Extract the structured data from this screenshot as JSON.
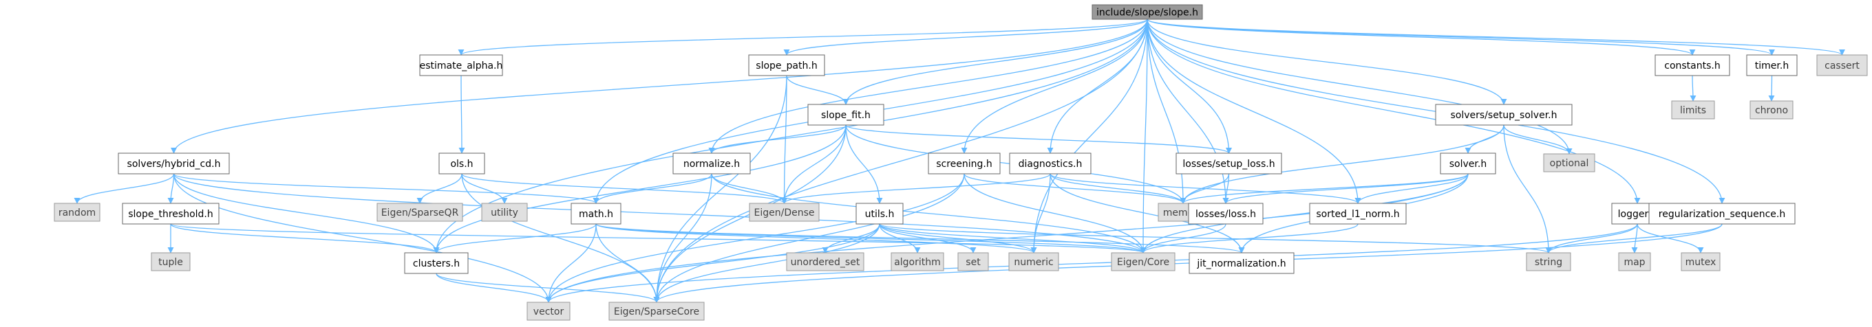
{
  "diagram": {
    "root": "include/slope/slope.h",
    "edge_color": "#63b8ff",
    "root_fill": "#999999",
    "external_fill": "#e0e0e0",
    "nodes": [
      {
        "id": "slope",
        "label": "include/slope/slope.h",
        "kind": "root"
      },
      {
        "id": "estimate_alpha",
        "label": "estimate_alpha.h",
        "kind": "local"
      },
      {
        "id": "slope_path",
        "label": "slope_path.h",
        "kind": "local"
      },
      {
        "id": "constants",
        "label": "constants.h",
        "kind": "local"
      },
      {
        "id": "timer",
        "label": "timer.h",
        "kind": "local"
      },
      {
        "id": "cassert",
        "label": "cassert",
        "kind": "external"
      },
      {
        "id": "limits",
        "label": "limits",
        "kind": "external"
      },
      {
        "id": "chrono",
        "label": "chrono",
        "kind": "external"
      },
      {
        "id": "slope_fit",
        "label": "slope_fit.h",
        "kind": "local"
      },
      {
        "id": "setup_solver",
        "label": "solvers/setup_solver.h",
        "kind": "local"
      },
      {
        "id": "optional",
        "label": "optional",
        "kind": "external"
      },
      {
        "id": "ols",
        "label": "ols.h",
        "kind": "local"
      },
      {
        "id": "hybrid_cd",
        "label": "solvers/hybrid_cd.h",
        "kind": "local"
      },
      {
        "id": "normalize",
        "label": "normalize.h",
        "kind": "local"
      },
      {
        "id": "screening",
        "label": "screening.h",
        "kind": "local"
      },
      {
        "id": "diagnostics",
        "label": "diagnostics.h",
        "kind": "local"
      },
      {
        "id": "setup_loss",
        "label": "losses/setup_loss.h",
        "kind": "local"
      },
      {
        "id": "solver",
        "label": "solver.h",
        "kind": "local"
      },
      {
        "id": "random",
        "label": "random",
        "kind": "external"
      },
      {
        "id": "sparseqr",
        "label": "Eigen/SparseQR",
        "kind": "external"
      },
      {
        "id": "utility",
        "label": "utility",
        "kind": "external"
      },
      {
        "id": "eigen_dense",
        "label": "Eigen/Dense",
        "kind": "external"
      },
      {
        "id": "memory",
        "label": "memory",
        "kind": "external"
      },
      {
        "id": "slope_threshold",
        "label": "slope_threshold.h",
        "kind": "local"
      },
      {
        "id": "math",
        "label": "math.h",
        "kind": "local"
      },
      {
        "id": "utils",
        "label": "utils.h",
        "kind": "local"
      },
      {
        "id": "loss",
        "label": "losses/loss.h",
        "kind": "local"
      },
      {
        "id": "sorted_l1",
        "label": "sorted_l1_norm.h",
        "kind": "local"
      },
      {
        "id": "logger",
        "label": "logger.h",
        "kind": "local"
      },
      {
        "id": "reg_seq",
        "label": "regularization_sequence.h",
        "kind": "local"
      },
      {
        "id": "tuple",
        "label": "tuple",
        "kind": "external"
      },
      {
        "id": "unordered_set",
        "label": "unordered_set",
        "kind": "external"
      },
      {
        "id": "algorithm",
        "label": "algorithm",
        "kind": "external"
      },
      {
        "id": "set",
        "label": "set",
        "kind": "external"
      },
      {
        "id": "numeric",
        "label": "numeric",
        "kind": "external"
      },
      {
        "id": "string",
        "label": "string",
        "kind": "external"
      },
      {
        "id": "map",
        "label": "map",
        "kind": "external"
      },
      {
        "id": "mutex",
        "label": "mutex",
        "kind": "external"
      },
      {
        "id": "clusters",
        "label": "clusters.h",
        "kind": "local"
      },
      {
        "id": "eigen_core",
        "label": "Eigen/Core",
        "kind": "external"
      },
      {
        "id": "jit",
        "label": "jit_normalization.h",
        "kind": "local"
      },
      {
        "id": "vector",
        "label": "vector",
        "kind": "external"
      },
      {
        "id": "sparsecore",
        "label": "Eigen/SparseCore",
        "kind": "external"
      }
    ]
  }
}
